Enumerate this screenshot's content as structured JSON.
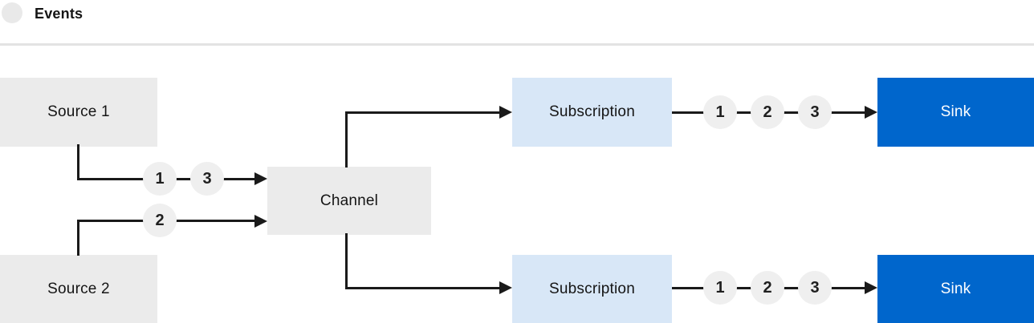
{
  "legend": {
    "events_label": "Events"
  },
  "colors": {
    "source_box": "#EBEBEB",
    "channel_box": "#EBEBEB",
    "subscription_box": "#D8E7F7",
    "sink_box": "#0066CC",
    "connector": "#1A1A1A",
    "event_circle": "#EFEFEF",
    "divider": "#E3E3E3",
    "text_dark": "#151515",
    "text_light": "#FFFFFF"
  },
  "nodes": {
    "source1": {
      "label": "Source 1"
    },
    "source2": {
      "label": "Source 2"
    },
    "channel": {
      "label": "Channel"
    },
    "subscription1": {
      "label": "Subscription"
    },
    "subscription2": {
      "label": "Subscription"
    },
    "sink1": {
      "label": "Sink"
    },
    "sink2": {
      "label": "Sink"
    }
  },
  "event_markers": {
    "source1_to_channel": [
      "1",
      "3"
    ],
    "source2_to_channel": [
      "2"
    ],
    "subscription1_to_sink1": [
      "1",
      "2",
      "3"
    ],
    "subscription2_to_sink2": [
      "1",
      "2",
      "3"
    ]
  }
}
